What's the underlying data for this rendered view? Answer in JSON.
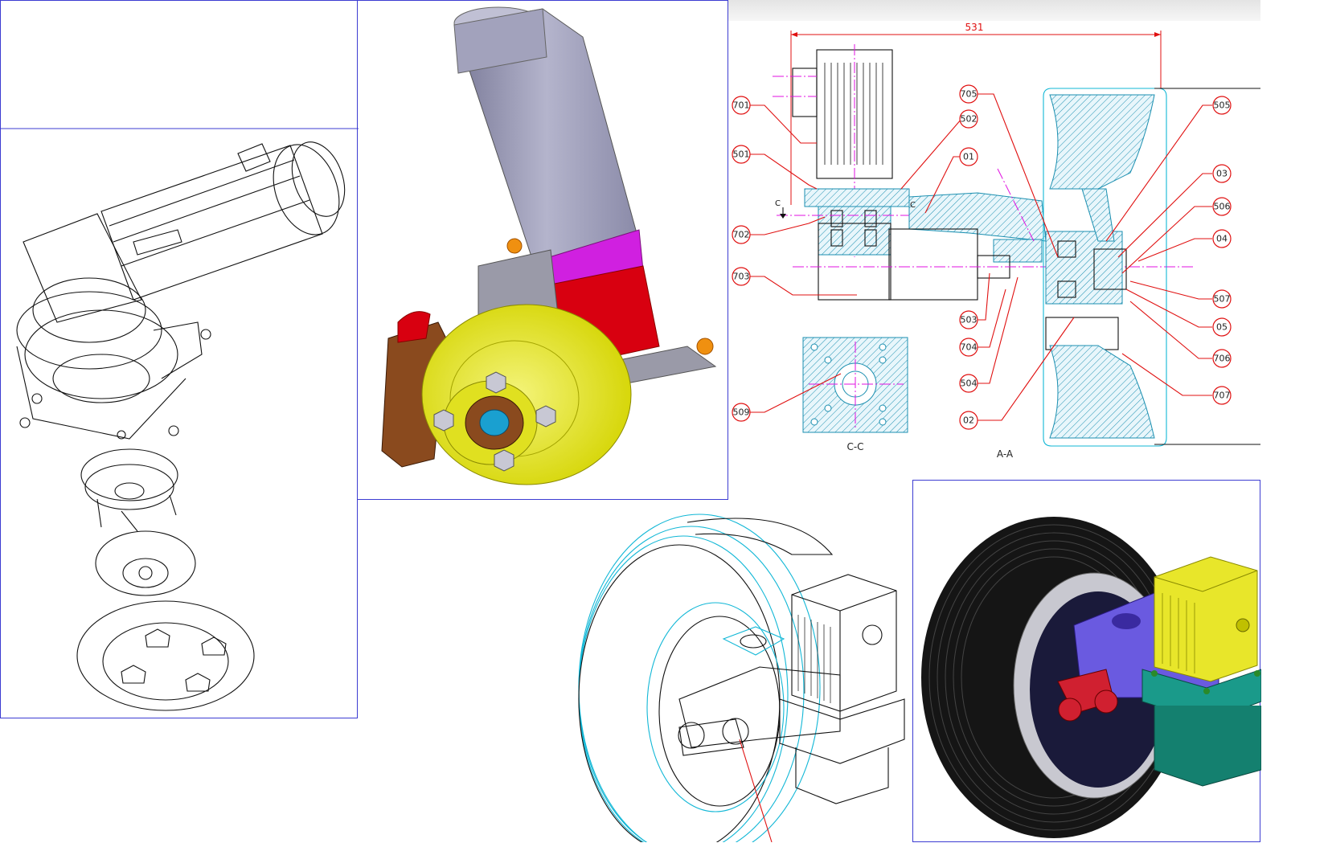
{
  "views": {
    "section_aa": {
      "dimension": "531",
      "section_label": "A-A",
      "section_cut_marks": [
        "C",
        "C"
      ],
      "callouts": [
        {
          "id": "701"
        },
        {
          "id": "501"
        },
        {
          "id": "702"
        },
        {
          "id": "703"
        },
        {
          "id": "705"
        },
        {
          "id": "502"
        },
        {
          "id": "01"
        },
        {
          "id": "503"
        },
        {
          "id": "704"
        },
        {
          "id": "504"
        },
        {
          "id": "02"
        },
        {
          "id": "505"
        },
        {
          "id": "03"
        },
        {
          "id": "506"
        },
        {
          "id": "04"
        },
        {
          "id": "507"
        },
        {
          "id": "05"
        },
        {
          "id": "706"
        },
        {
          "id": "707"
        }
      ]
    },
    "section_cc": {
      "section_label": "C-C",
      "callouts": [
        {
          "id": "509"
        }
      ]
    }
  },
  "colors": {
    "frame": "#3c3cd2",
    "leader": "#e01010",
    "centreline": "#e010e0",
    "hatch": "#1b8fb0",
    "motor_grey": "#9898b4",
    "reducer_magenta": "#d020e0",
    "housing_red": "#d80010",
    "disc_yellow": "#e6e614",
    "caliper_brown": "#8a4a1e",
    "knob_orange": "#f09010",
    "tyre_black": "#151515",
    "frame_blue": "#6a5ae0",
    "motor_yellow": "#e8e62a",
    "base_teal": "#1a9a8a",
    "wire_cyan": "#11b7d6"
  },
  "icons": {
    "exploded_view": "exploded-linework-icon",
    "render_brake": "brake-assembly-render-icon",
    "wire_wheel": "wheel-wireframe-icon",
    "render_wheel": "wheel-render-icon"
  }
}
